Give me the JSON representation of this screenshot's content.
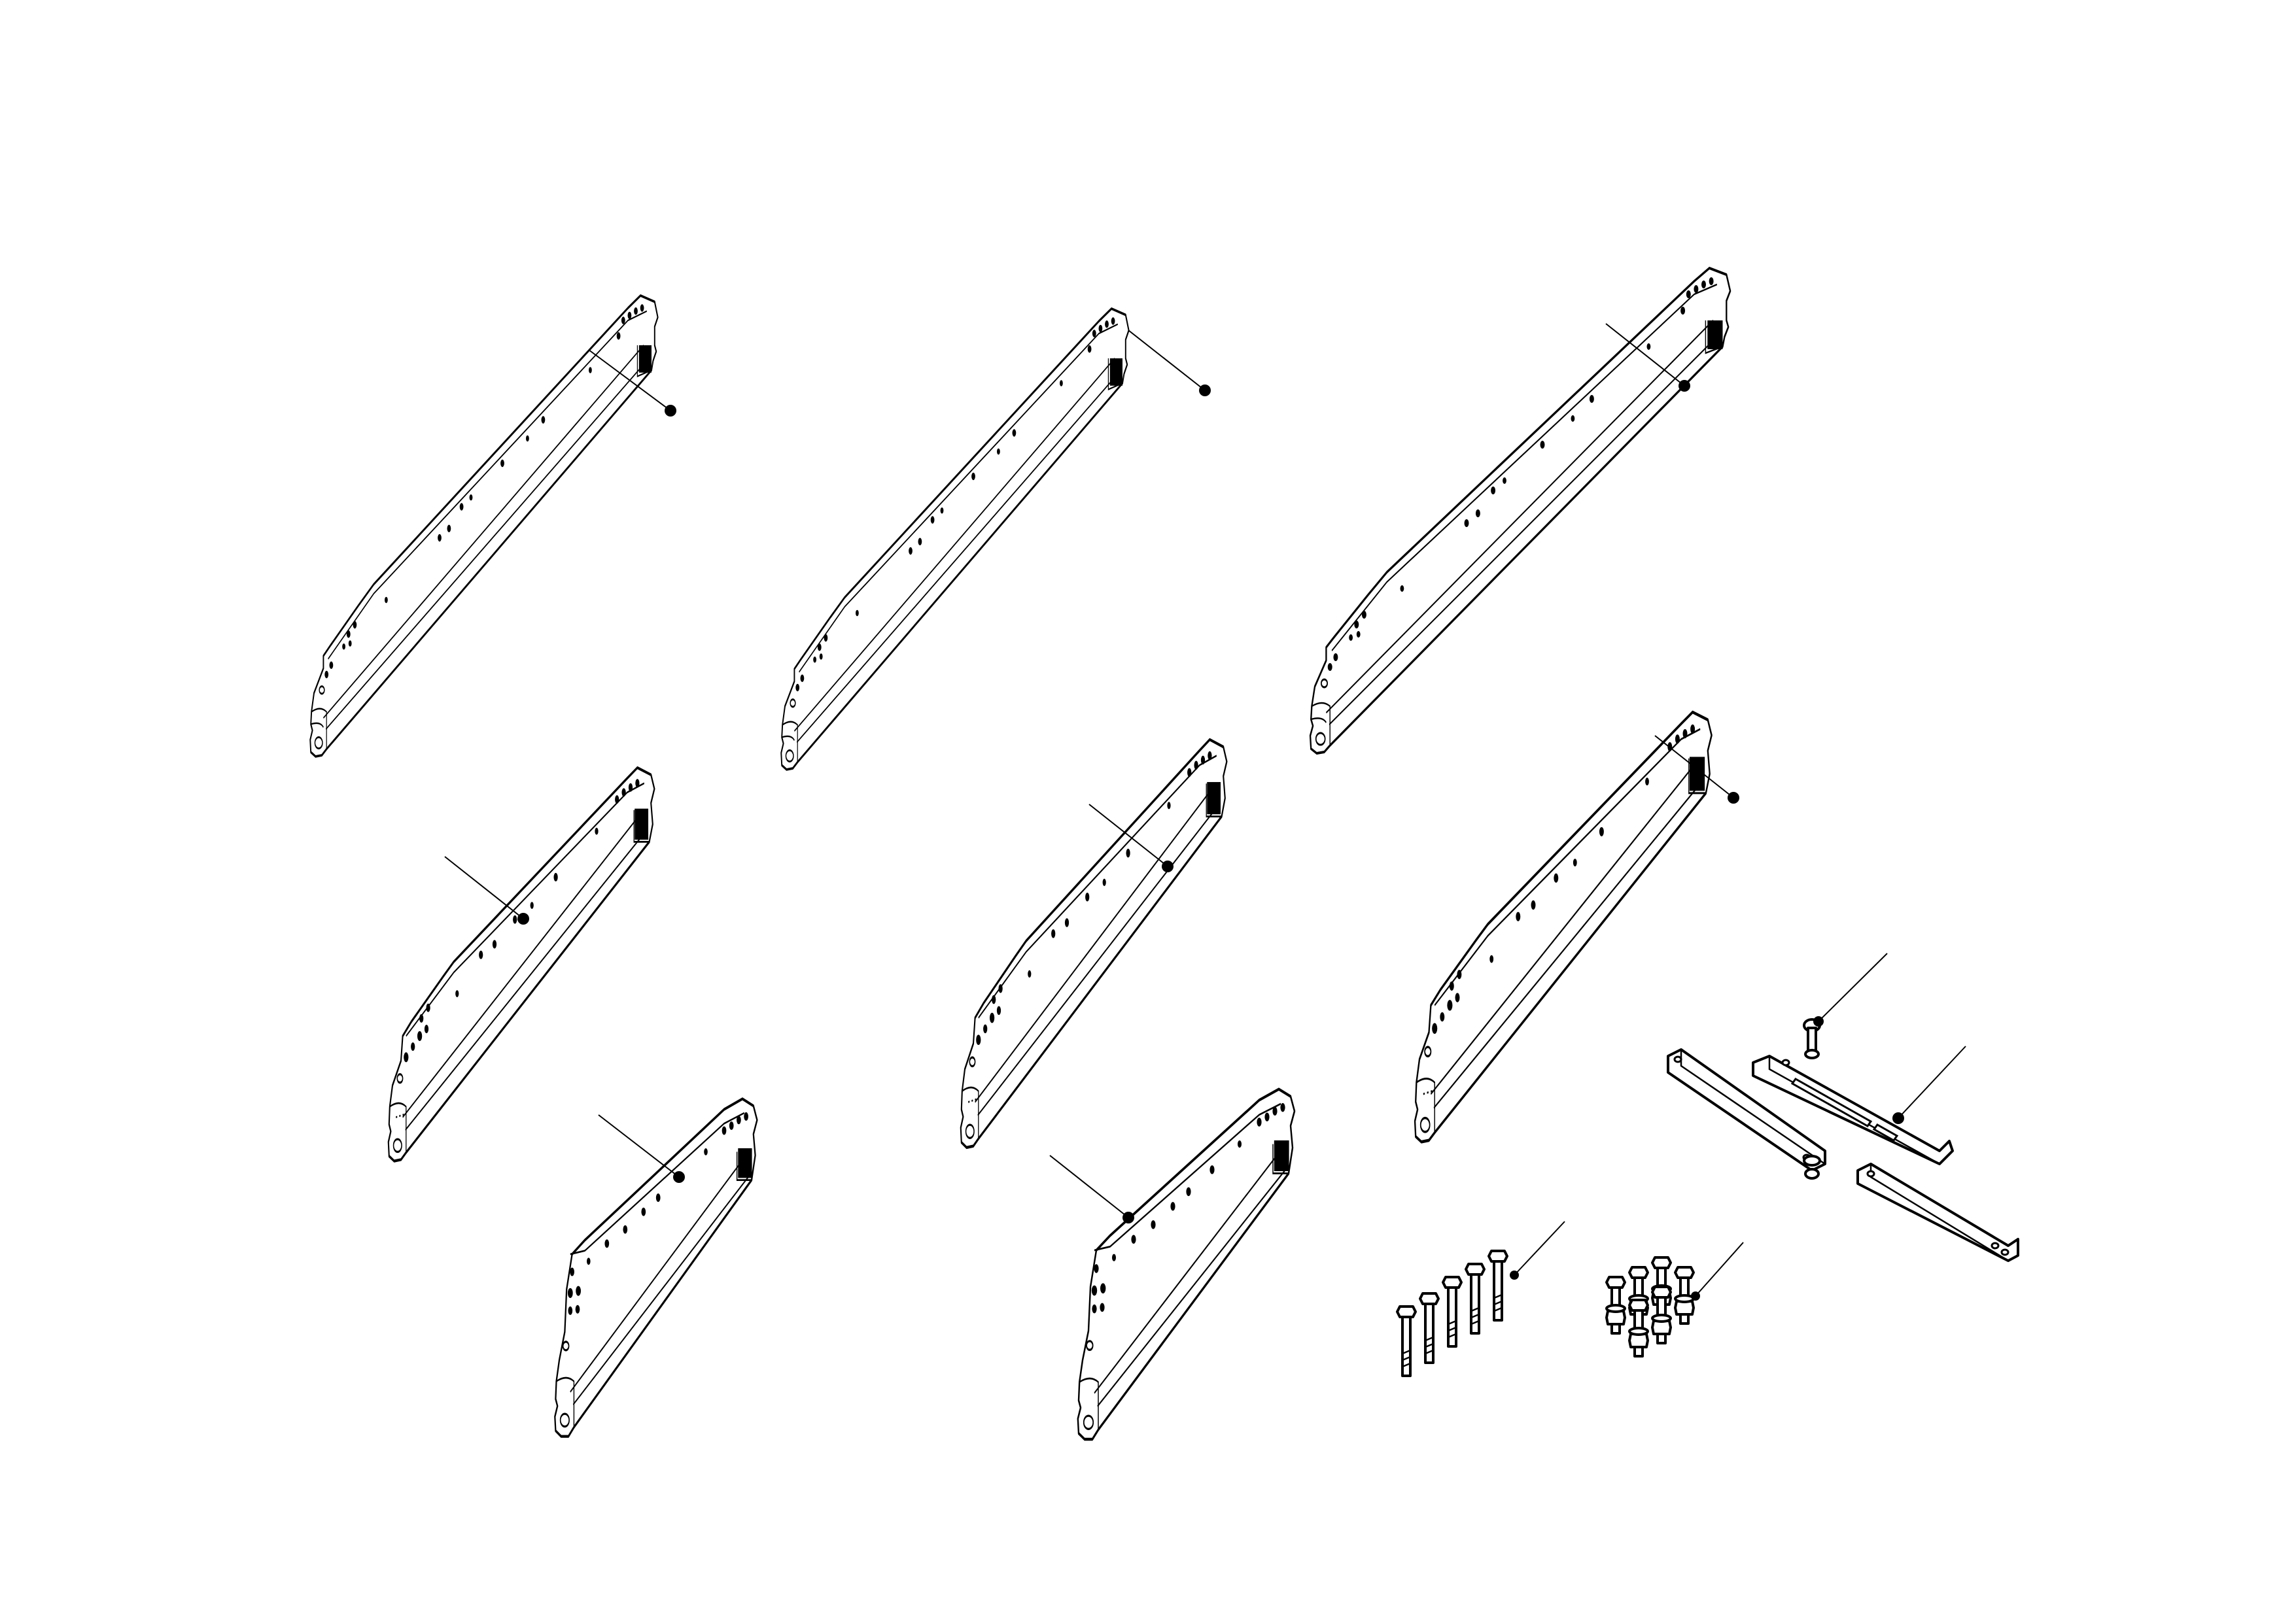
{
  "diagram": {
    "kind": "exploded-parts-view",
    "ink_color": "#000000",
    "background_color": "#ffffff",
    "parts": [
      {
        "id": "rail-1",
        "type": "long-rail"
      },
      {
        "id": "rail-2",
        "type": "long-rail"
      },
      {
        "id": "rail-3",
        "type": "long-rail"
      },
      {
        "id": "rail-4",
        "type": "medium-rail"
      },
      {
        "id": "rail-5",
        "type": "medium-rail"
      },
      {
        "id": "rail-6",
        "type": "medium-rail"
      },
      {
        "id": "rail-7",
        "type": "short-rail"
      },
      {
        "id": "rail-8",
        "type": "short-rail"
      },
      {
        "id": "bracket-set",
        "type": "u-channel-brackets"
      },
      {
        "id": "bolt-set-1",
        "type": "hex-bolts"
      },
      {
        "id": "bolt-set-2",
        "type": "hex-bolts-with-nuts"
      },
      {
        "id": "screw",
        "type": "screw-with-washer"
      }
    ]
  }
}
